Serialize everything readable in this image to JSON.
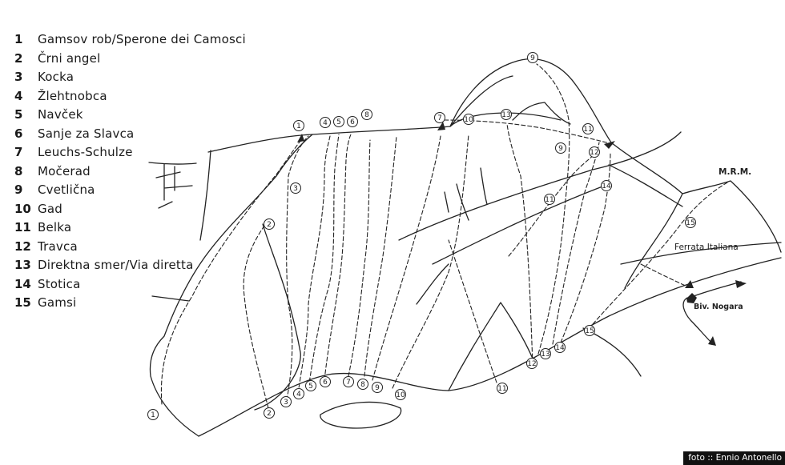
{
  "legend": [
    {
      "num": "1",
      "name": "Gamsov rob/Sperone dei Camosci"
    },
    {
      "num": "2",
      "name": "Črni angel"
    },
    {
      "num": "3",
      "name": "Kocka"
    },
    {
      "num": "4",
      "name": "Žlehtnobca"
    },
    {
      "num": "5",
      "name": "Navček"
    },
    {
      "num": "6",
      "name": "Sanje za Slavca"
    },
    {
      "num": "7",
      "name": "Leuchs-Schulze"
    },
    {
      "num": "8",
      "name": "Močerad"
    },
    {
      "num": "9",
      "name": "Cvetlična"
    },
    {
      "num": "10",
      "name": "Gad"
    },
    {
      "num": "11",
      "name": "Belka"
    },
    {
      "num": "12",
      "name": "Travca"
    },
    {
      "num": "13",
      "name": "Direktna smer/Via diretta"
    },
    {
      "num": "14",
      "name": "Stotica"
    },
    {
      "num": "15",
      "name": "Gamsi"
    }
  ],
  "diagram": {
    "summit_label": "M.R.M.",
    "ferrata_label": "Ferrata Italiana",
    "bivouac_label": "Biv. Nogara"
  },
  "route_markers": [
    "1",
    "2",
    "3",
    "4",
    "5",
    "6",
    "7",
    "8",
    "9",
    "10",
    "11",
    "12",
    "13",
    "14",
    "15",
    "1",
    "2",
    "3",
    "4",
    "5",
    "6",
    "8",
    "7",
    "10",
    "13",
    "9",
    "11",
    "9",
    "12",
    "11",
    "14",
    "15"
  ],
  "credit": "foto :: Ennio Antonello"
}
